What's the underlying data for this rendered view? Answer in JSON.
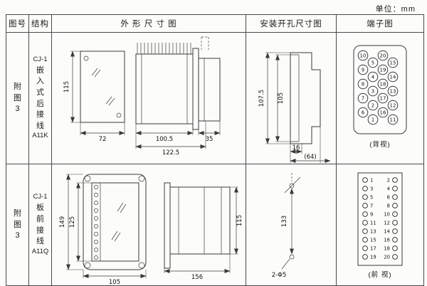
{
  "unit_label": "单位：mm",
  "headers": [
    "图号",
    "结构",
    "外 形 尺 寸 图",
    "安装开孔尺寸图",
    "端子图"
  ],
  "rows": [
    {
      "figure_no_chars": [
        "附",
        "图",
        "3"
      ],
      "structure_lines": [
        "CJ-1",
        "嵌",
        "入",
        "式",
        "后",
        "接",
        "线",
        "A11K"
      ],
      "outline": {
        "height": "115",
        "width": "72",
        "body_len": "100.5",
        "total_len": "122.5",
        "rear_len": "35"
      },
      "install": {
        "outer_h": "107.5",
        "inner_h": "105",
        "slot_w": "16",
        "span_w": "(64)"
      },
      "terminal": {
        "view_label": "(背视)",
        "columns": [
          [
            10,
            9,
            8,
            7,
            6
          ],
          [
            5,
            4,
            3,
            2,
            1
          ],
          [
            20,
            19,
            18,
            17,
            16
          ],
          [
            15,
            14,
            13,
            12,
            11
          ]
        ]
      }
    },
    {
      "figure_no_chars": [
        "附",
        "图",
        "3"
      ],
      "structure_lines": [
        "CJ-1",
        "板",
        "前",
        "接",
        "线",
        "A11Q"
      ],
      "outline": {
        "outer_h": "149",
        "inner_h": "125",
        "width": "105",
        "side_len": "156",
        "side_h": "115"
      },
      "install": {
        "hole_dist": "133",
        "hole_label": "2-Φ5"
      },
      "terminal": {
        "view_label": "(前 视)",
        "left": [
          1,
          3,
          5,
          7,
          9,
          11,
          13,
          15,
          17,
          19
        ],
        "right": [
          2,
          4,
          6,
          8,
          10,
          12,
          14,
          16,
          18,
          20
        ]
      }
    }
  ]
}
